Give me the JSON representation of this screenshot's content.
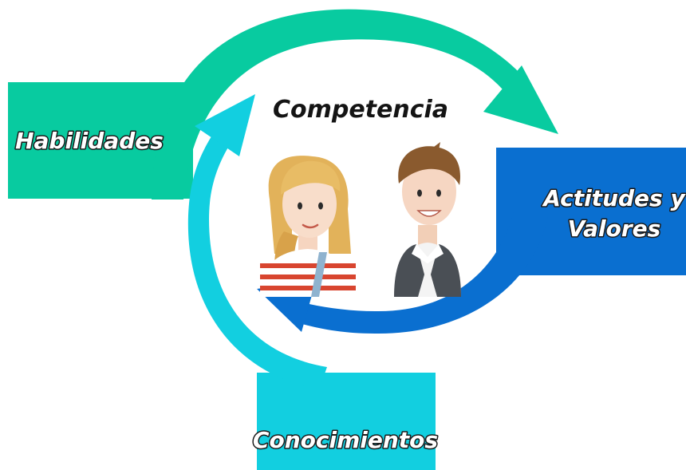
{
  "title": "Competencia",
  "elements": {
    "habilidades": "Habilidades",
    "actitudes_line1": "Actitudes y",
    "actitudes_line2": "Valores",
    "conocimientos": "Conocimientos"
  },
  "colors": {
    "habilidades": "#08cba0",
    "actitudes": "#0a6fd0",
    "conocimientos": "#12cfe0",
    "title": "#141414"
  },
  "illustration": {
    "characters": [
      "girl-with-striped-shirt",
      "boy-with-vest"
    ]
  }
}
